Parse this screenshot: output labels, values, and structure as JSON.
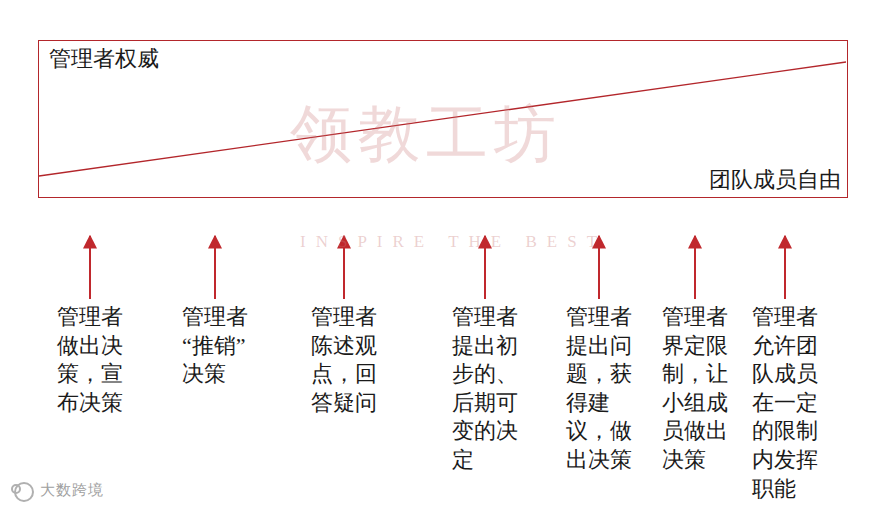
{
  "diagram": {
    "nodes": [
      {
        "text": [
          "管理者权威",
          "团队成员自由"
        ]
      },
      {
        "text": [
          "管理者做出决策，宣布决策"
        ]
      },
      {
        "text": [
          "管理者“推销”决策"
        ]
      },
      {
        "text": [
          "管理者陈述观点，回答疑问"
        ]
      },
      {
        "text": [
          "管理者提出初步的、后期可变的决定"
        ]
      },
      {
        "text": [
          "管理者提出问题，获得建议，做出决策"
        ]
      },
      {
        "text": [
          "管理者界定限制，让小组成员做出决策"
        ]
      },
      {
        "text": [
          "管理者允许团队成员在一定的限制内发挥职能"
        ]
      }
    ],
    "edges": [
      {
        "from": 1,
        "to": 0,
        "arrow": "to"
      },
      {
        "from": 2,
        "to": 0,
        "arrow": "to"
      },
      {
        "from": 3,
        "to": 0,
        "arrow": "to"
      },
      {
        "from": 4,
        "to": 0,
        "arrow": "to"
      },
      {
        "from": 5,
        "to": 0,
        "arrow": "to"
      },
      {
        "from": 6,
        "to": 0,
        "arrow": "to"
      },
      {
        "from": 7,
        "to": 0,
        "arrow": "to"
      }
    ],
    "labels": [
      "领教工坊",
      "INSPIRE THE BEST",
      "大数跨境"
    ]
  }
}
